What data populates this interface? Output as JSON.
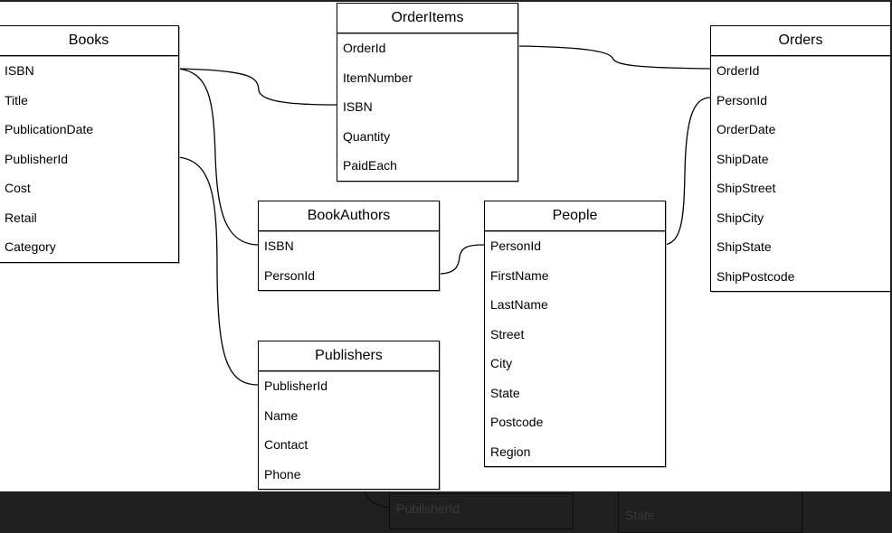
{
  "diagram": {
    "type": "entity-relationship",
    "entities": [
      {
        "id": "books",
        "name": "Books",
        "fields": [
          "ISBN",
          "Title",
          "PublicationDate",
          "PublisherId",
          "Cost",
          "Retail",
          "Category"
        ]
      },
      {
        "id": "orderitems",
        "name": "OrderItems",
        "fields": [
          "OrderId",
          "ItemNumber",
          "ISBN",
          "Quantity",
          "PaidEach"
        ]
      },
      {
        "id": "orders",
        "name": "Orders",
        "fields": [
          "OrderId",
          "PersonId",
          "OrderDate",
          "ShipDate",
          "ShipStreet",
          "ShipCity",
          "ShipState",
          "ShipPostcode"
        ]
      },
      {
        "id": "bookauthors",
        "name": "BookAuthors",
        "fields": [
          "ISBN",
          "PersonId"
        ]
      },
      {
        "id": "people",
        "name": "People",
        "fields": [
          "PersonId",
          "FirstName",
          "LastName",
          "Street",
          "City",
          "State",
          "Postcode",
          "Region"
        ]
      },
      {
        "id": "publishers",
        "name": "Publishers",
        "fields": [
          "PublisherId",
          "Name",
          "Contact",
          "Phone"
        ]
      }
    ],
    "relationships": [
      {
        "from": "Books.ISBN",
        "to": "OrderItems.ISBN"
      },
      {
        "from": "OrderItems.OrderId",
        "to": "Orders.OrderId"
      },
      {
        "from": "Books.ISBN",
        "to": "BookAuthors.ISBN"
      },
      {
        "from": "Books.PublisherId",
        "to": "Publishers.PublisherId"
      },
      {
        "from": "BookAuthors.PersonId",
        "to": "People.PersonId"
      },
      {
        "from": "People.PersonId",
        "to": "Orders.PersonId"
      }
    ]
  },
  "underlay": {
    "visible_texts": [
      "PublisherId",
      "State"
    ]
  },
  "colors": {
    "canvas": "#ffffff",
    "backdrop": "#1f1f1f",
    "line": "#000000"
  }
}
